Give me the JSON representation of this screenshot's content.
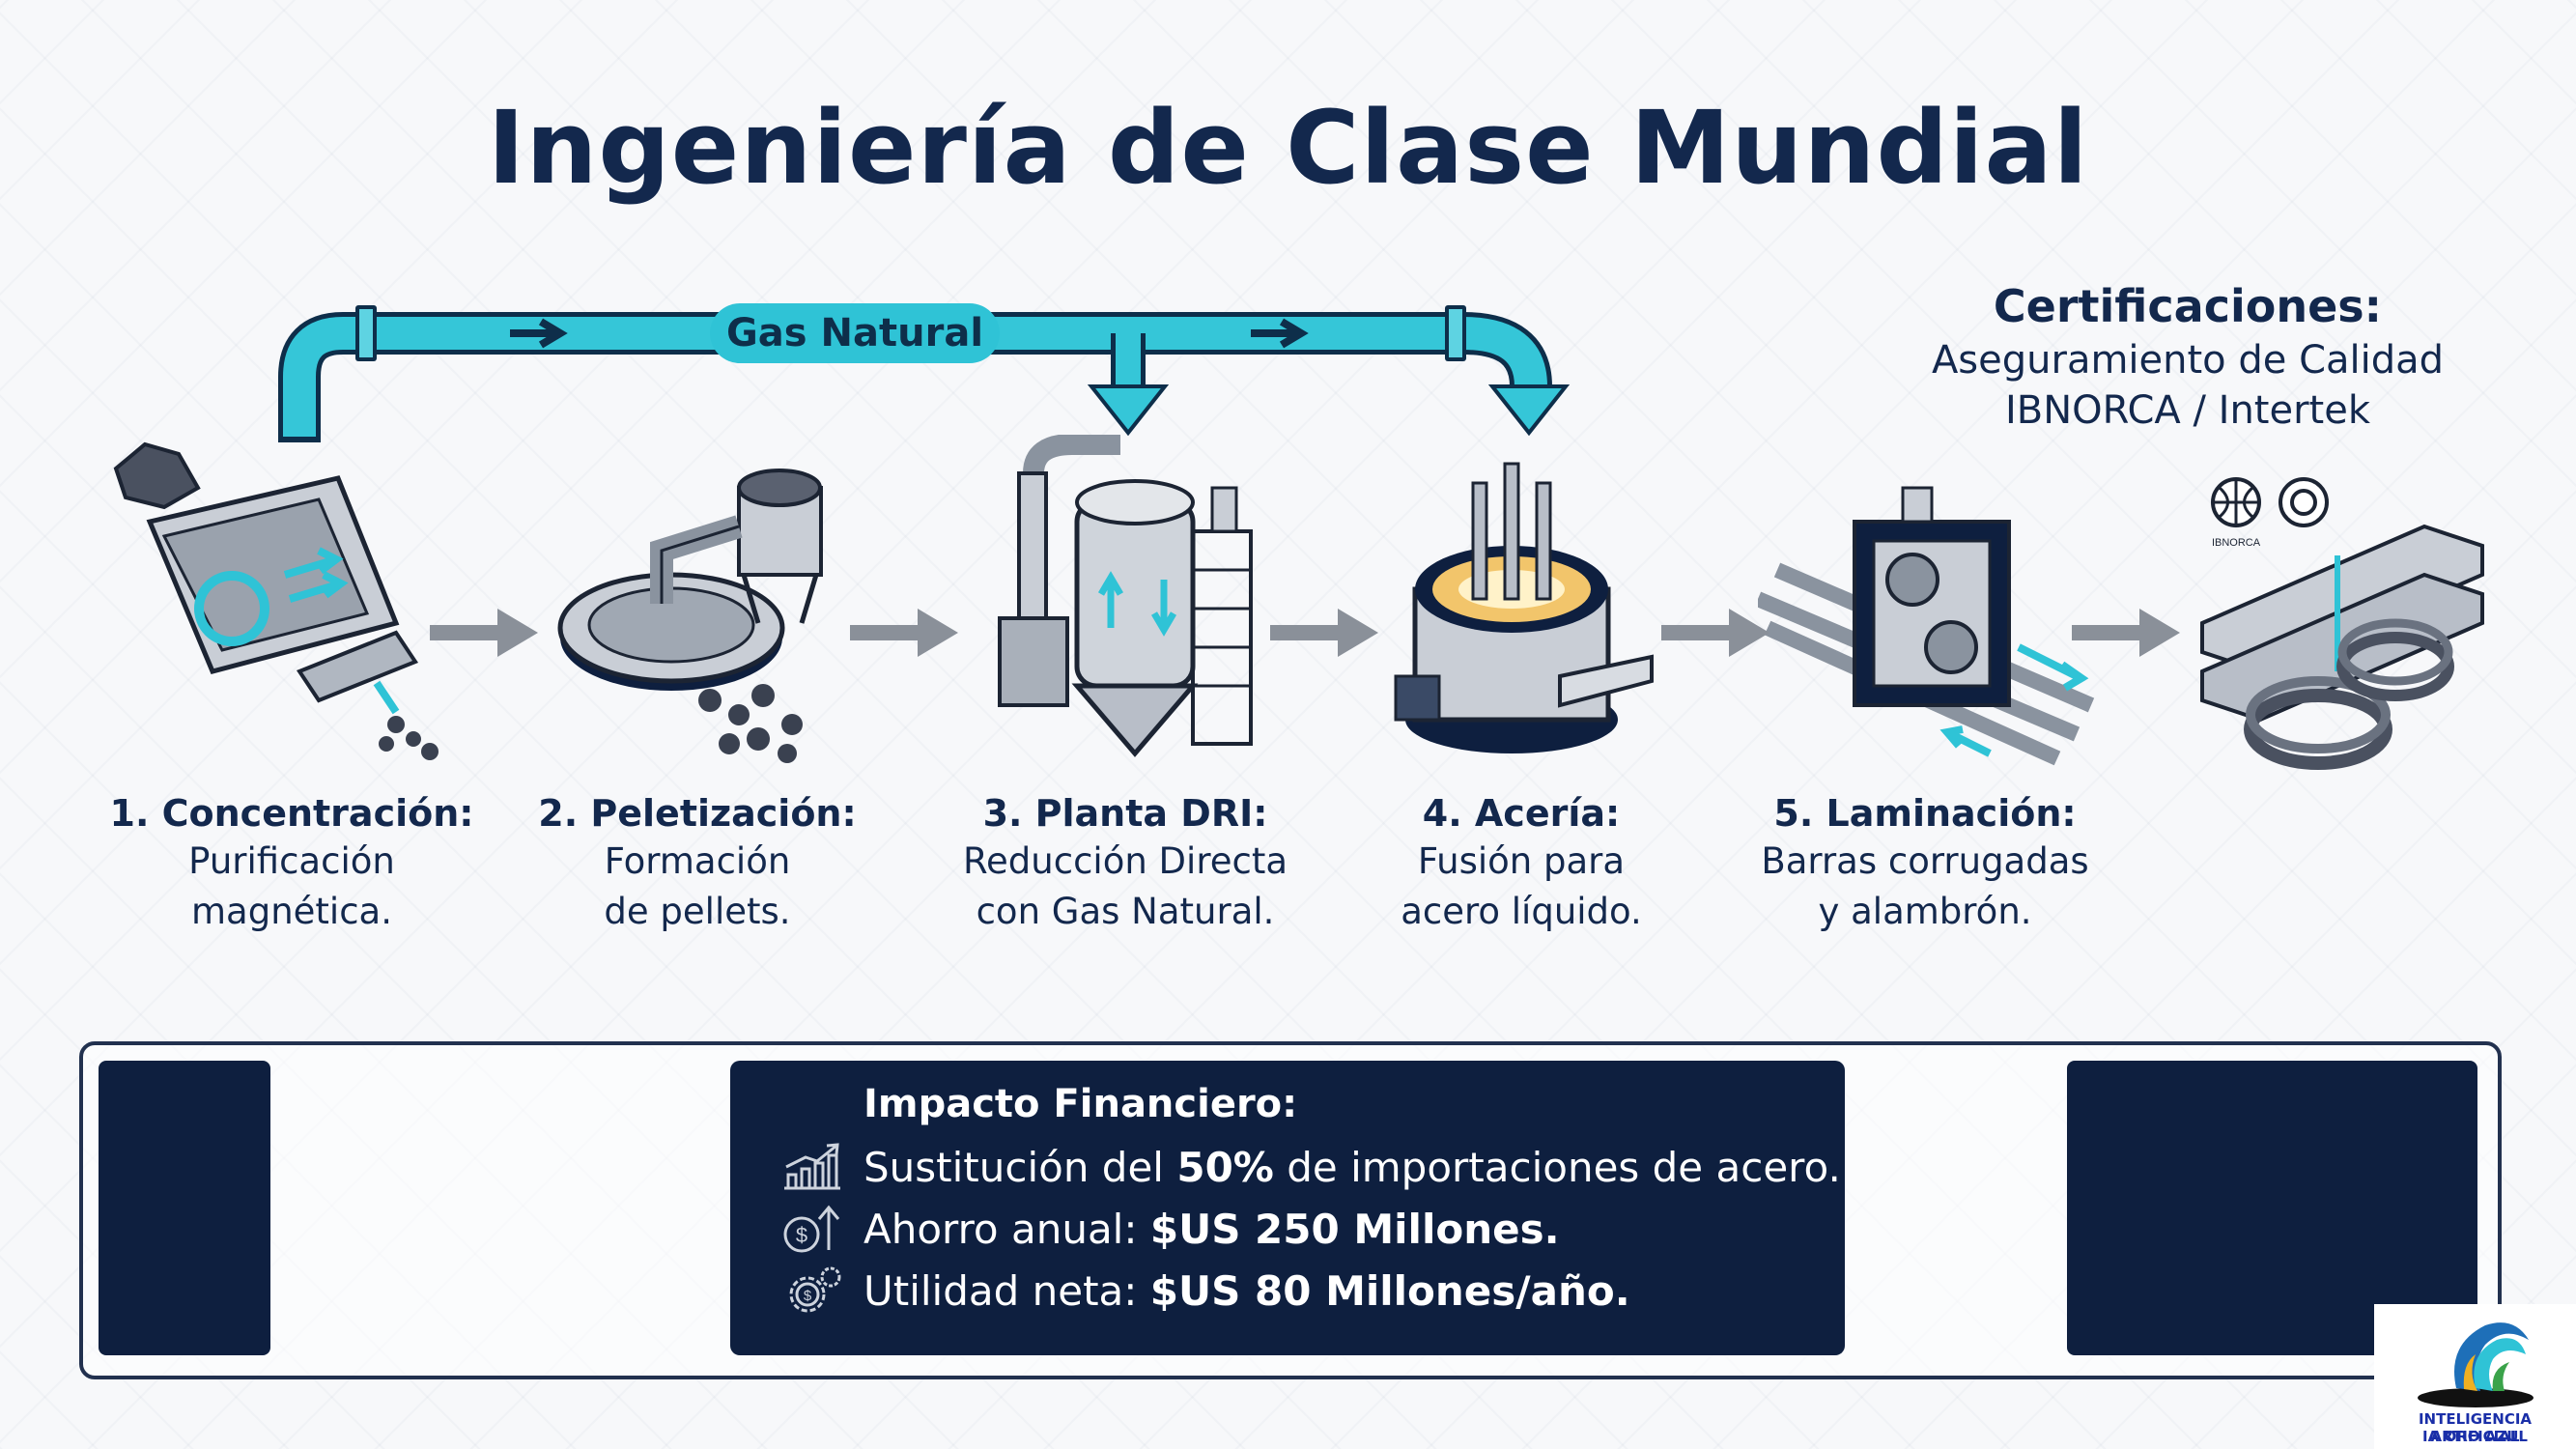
{
  "title": "Ingeniería de Clase Mundial",
  "gas_label": "Gas Natural",
  "certifications": {
    "heading": "Certificaciones:",
    "line1": "Aseguramiento de Calidad",
    "line2": "IBNORCA / Intertek",
    "badge_text": "IBNORCA"
  },
  "steps": [
    {
      "title": "1. Concentración:",
      "desc1": "Purificación",
      "desc2": "magnética."
    },
    {
      "title": "2. Peletización:",
      "desc1": "Formación",
      "desc2": "de pellets."
    },
    {
      "title": "3. Planta DRI:",
      "desc1": "Reducción Directa",
      "desc2": "con Gas Natural."
    },
    {
      "title": "4. Acería:",
      "desc1": "Fusión para",
      "desc2": "acero líquido."
    },
    {
      "title": "5. Laminación:",
      "desc1": "Barras corrugadas",
      "desc2": "y alambrón."
    }
  ],
  "financial": {
    "heading": "Impacto Financiero:",
    "row1_pre": "Sustitución del ",
    "row1_bold": "50%",
    "row1_post": " de importaciones de acero.",
    "row2_pre": "Ahorro anual: ",
    "row2_bold": "$US 250 Millones.",
    "row3_pre": "Utilidad neta: ",
    "row3_bold": "$US 80 Millones/año."
  },
  "logo": {
    "line1": "INTELIGENCIA ARTIFICIAL",
    "line2": "IA ORO AZUL"
  },
  "colors": {
    "navy": "#0e1f3f",
    "cyan": "#2fc3d6",
    "arrow_gray": "#8a9099"
  }
}
